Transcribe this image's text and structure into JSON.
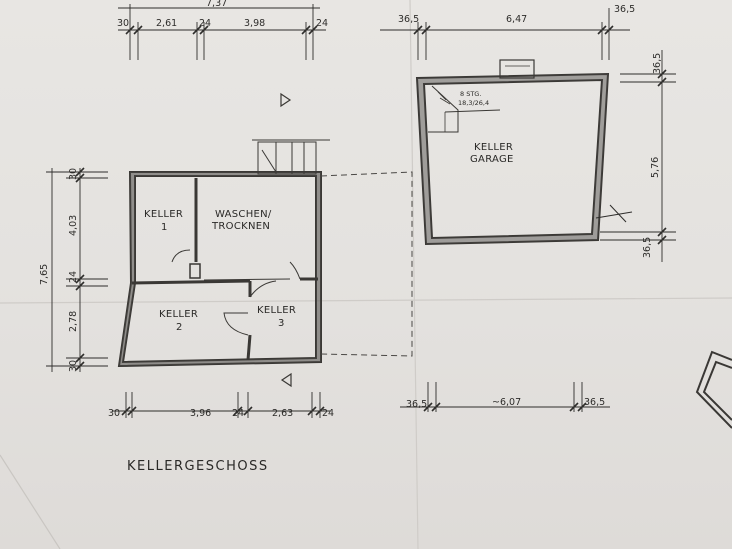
{
  "title": "KELLERGESCHOSS",
  "rooms": {
    "keller1": [
      "KELLER",
      "1"
    ],
    "waschen": [
      "WASCHEN/",
      "TROCKNEN"
    ],
    "keller2": [
      "KELLER",
      "2"
    ],
    "keller3": [
      "KELLER",
      "3"
    ],
    "garage": [
      "KELLER",
      "GARAGE"
    ],
    "stair_label": [
      "8 STG.",
      "18,3/26,4"
    ]
  },
  "dimensions": {
    "top_overall": "7,37",
    "top": [
      "30",
      "2,61",
      "24",
      "3,98",
      "24"
    ],
    "bottom": [
      "30",
      "3,96",
      "24",
      "2,63",
      "24"
    ],
    "left_overall": "7,65",
    "left": [
      "30",
      "4,03",
      "24",
      "2,78",
      "30"
    ],
    "garage_top": [
      "36,5",
      "6,47",
      "36,5"
    ],
    "garage_bottom": [
      "36,5",
      "~6,07",
      "36,5"
    ],
    "garage_right": [
      "36,5",
      "5,76",
      "36,5"
    ]
  },
  "colors": {
    "paper": "#e6e4e1",
    "ink": "#2a2927",
    "wall": "#3a3835"
  }
}
